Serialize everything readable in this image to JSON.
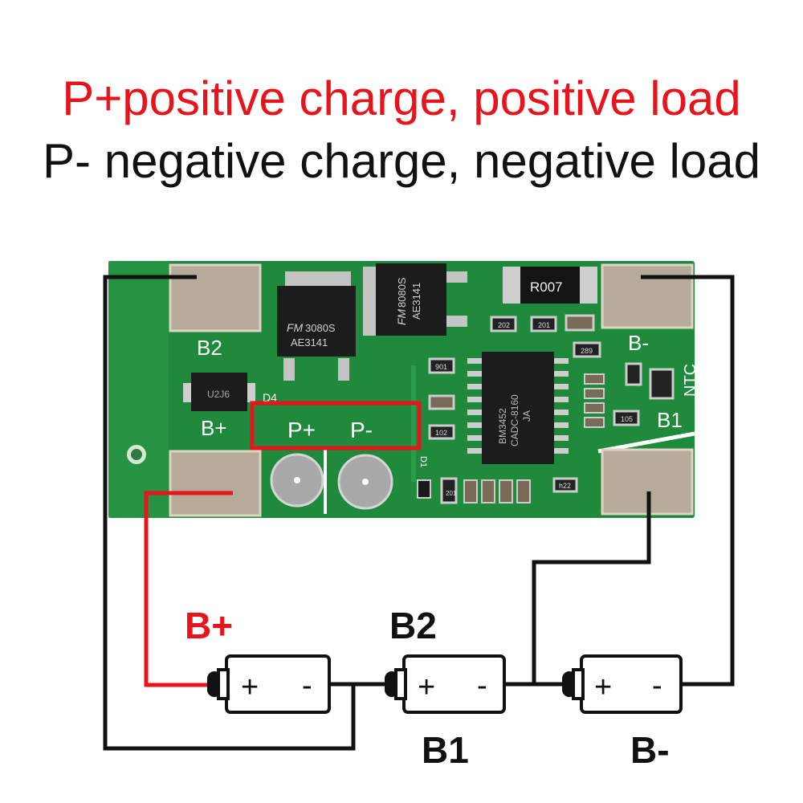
{
  "header": {
    "line1": "P+positive charge, positive load",
    "line2": "P- negative charge, negative load"
  },
  "colors": {
    "board": "#1f8a3c",
    "silkscreen": "#ffffff",
    "pad": "#b6aa98",
    "wire_black": "#111111",
    "wire_red": "#e8141b",
    "highlight": "#e8141b"
  },
  "board": {
    "pad_labels": {
      "b2": "B2",
      "b_plus": "B+",
      "b_minus": "B-",
      "b1": "B1",
      "ntc": "NTC"
    },
    "output_labels": {
      "p_plus": "P+",
      "p_minus": "P-"
    },
    "component_markings": {
      "resistor_main": "R007",
      "mosfet_left_brand": "FM",
      "mosfet_left_part": "3080S",
      "mosfet_left_code": "AE3141",
      "mosfet_right_brand": "FM",
      "mosfet_right_part": "8080S",
      "mosfet_right_code": "AE3141",
      "ic_line1": "BM3452",
      "ic_line2": "CADC-8160",
      "ic_line3": "JA",
      "sot_marking": "U2J6",
      "smd_202": "202",
      "smd_201a": "201",
      "smd_289": "289",
      "smd_901": "901",
      "smd_102": "102",
      "smd_105": "105",
      "smd_201b": "201",
      "smd_h22": "h22",
      "d4": "D4",
      "d1": "D1"
    }
  },
  "batteries": [
    {
      "plus": "+",
      "minus": "-"
    },
    {
      "plus": "+",
      "minus": "-"
    },
    {
      "plus": "+",
      "minus": "-"
    }
  ],
  "wiring_labels": {
    "b_plus": "B+",
    "b2": "B2",
    "b1": "B1",
    "b_minus": "B-"
  }
}
